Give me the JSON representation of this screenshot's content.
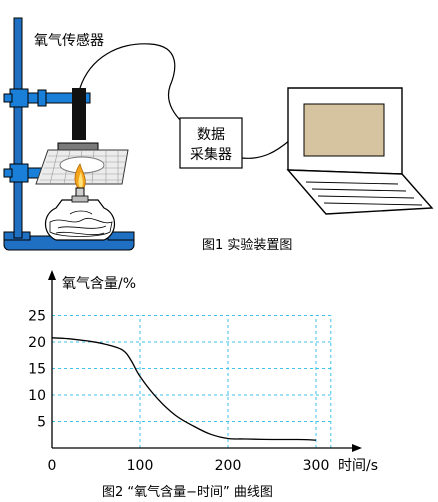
{
  "figure1": {
    "sensor_label": "氧气传感器",
    "collector_label_line1": "数据",
    "collector_label_line2": "采集器",
    "caption": "图1 实验装置图"
  },
  "figure2": {
    "y_axis_title": "氧气含量/%",
    "x_axis_title": "时间/s",
    "caption": "图2 “氧气含量−时间” 曲线图"
  },
  "colors": {
    "stand_blue": "#1f6fc2",
    "clamp_blue": "#1a7fd8",
    "grid_dashed": "#3fc3e8",
    "screen": "#d6c4a0",
    "sensor_black": "#111111",
    "probe_gray": "#7a7a7a"
  },
  "chart_data": {
    "type": "line",
    "title": "",
    "xlabel": "时间/s",
    "ylabel": "氧气含量/%",
    "x_ticks": [
      0,
      100,
      200,
      300
    ],
    "y_ticks": [
      5,
      10,
      15,
      20,
      25
    ],
    "xlim": [
      0,
      310
    ],
    "ylim": [
      0,
      27
    ],
    "grid": true,
    "series": [
      {
        "x": [
          0,
          20,
          40,
          60,
          80,
          90,
          100,
          120,
          140,
          160,
          180,
          200,
          220,
          250,
          280,
          300
        ],
        "y": [
          20.8,
          20.6,
          20.2,
          19.6,
          18.5,
          16.5,
          13.5,
          9.3,
          6.2,
          4.2,
          2.6,
          1.8,
          1.7,
          1.6,
          1.6,
          1.5
        ]
      }
    ]
  }
}
